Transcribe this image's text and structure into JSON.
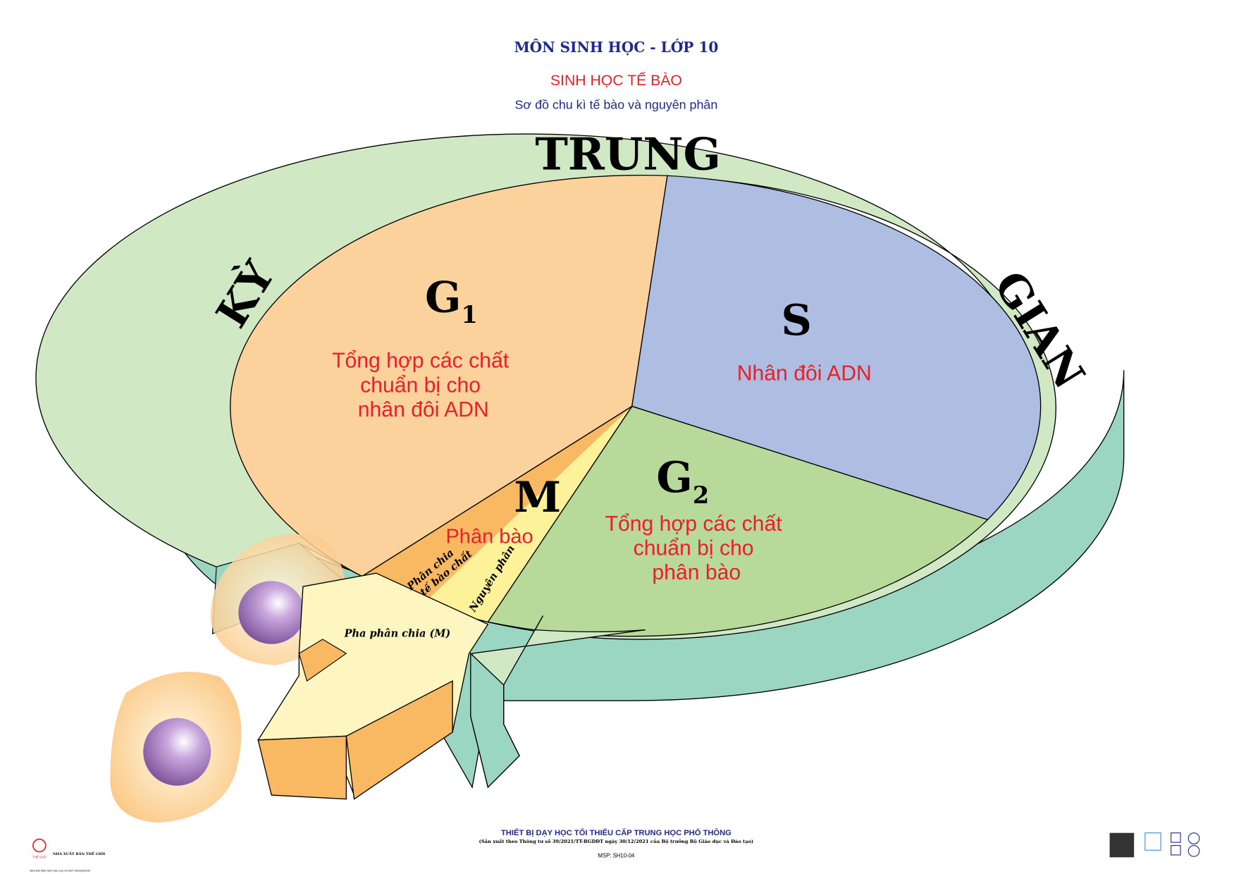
{
  "header": {
    "subject": "MÔN SINH HỌC - LỚP 10",
    "topic": "SINH HỌC TẾ BÀO",
    "subtitle": "Sơ đồ chu kì tế bào và nguyên phân"
  },
  "ring": {
    "word_left": "KỲ",
    "word_top": "TRUNG",
    "word_right": "GIAN"
  },
  "phases": {
    "g1": {
      "label": "G",
      "sub": "1",
      "desc": [
        "Tổng hợp các chất",
        "chuẩn bị cho",
        "nhân đôi ADN"
      ]
    },
    "s": {
      "label": "S",
      "desc": [
        "Nhân đôi ADN"
      ]
    },
    "g2": {
      "label": "G",
      "sub": "2",
      "desc": [
        "Tổng hợp các chất",
        "chuẩn bị cho",
        "phân bào"
      ]
    },
    "m": {
      "label": "M",
      "desc": "Phân bào",
      "cytokinesis": [
        "Phân chia",
        "tế bào chất"
      ],
      "mitosis": "Nguyên phân"
    }
  },
  "arrow_label": "Pha phân chia (M)",
  "footer": {
    "title": "THIẾT BỊ DẠY HỌC TỐI THIỂU CẤP TRUNG HỌC PHỔ THÔNG",
    "note": "(Sản xuất theo Thông tư số 39/2021/TT-BGDĐT ngày 30/12/2021 của Bộ trưởng Bộ Giáo dục và Đào tạo)",
    "code": "MSP: SH10-04",
    "publisher": "NHÀ XUẤT BẢN THẾ GIỚI",
    "logo_text": "THẾ GIỚI",
    "print_info": "Bộ tranh Môn Sinh học Lớp 10 Khổ 720x1020mm"
  },
  "colors": {
    "title_blue": "#1f2a8a",
    "red": "#e8202a",
    "g1": "#fbd19c",
    "s": "#aebde2",
    "g2": "#b7d99a",
    "ring_top": "#d0e8c4",
    "ring_side": "#9ad6c2",
    "m_orange": "#f9b862",
    "m_yellow": "#fdf19a"
  }
}
